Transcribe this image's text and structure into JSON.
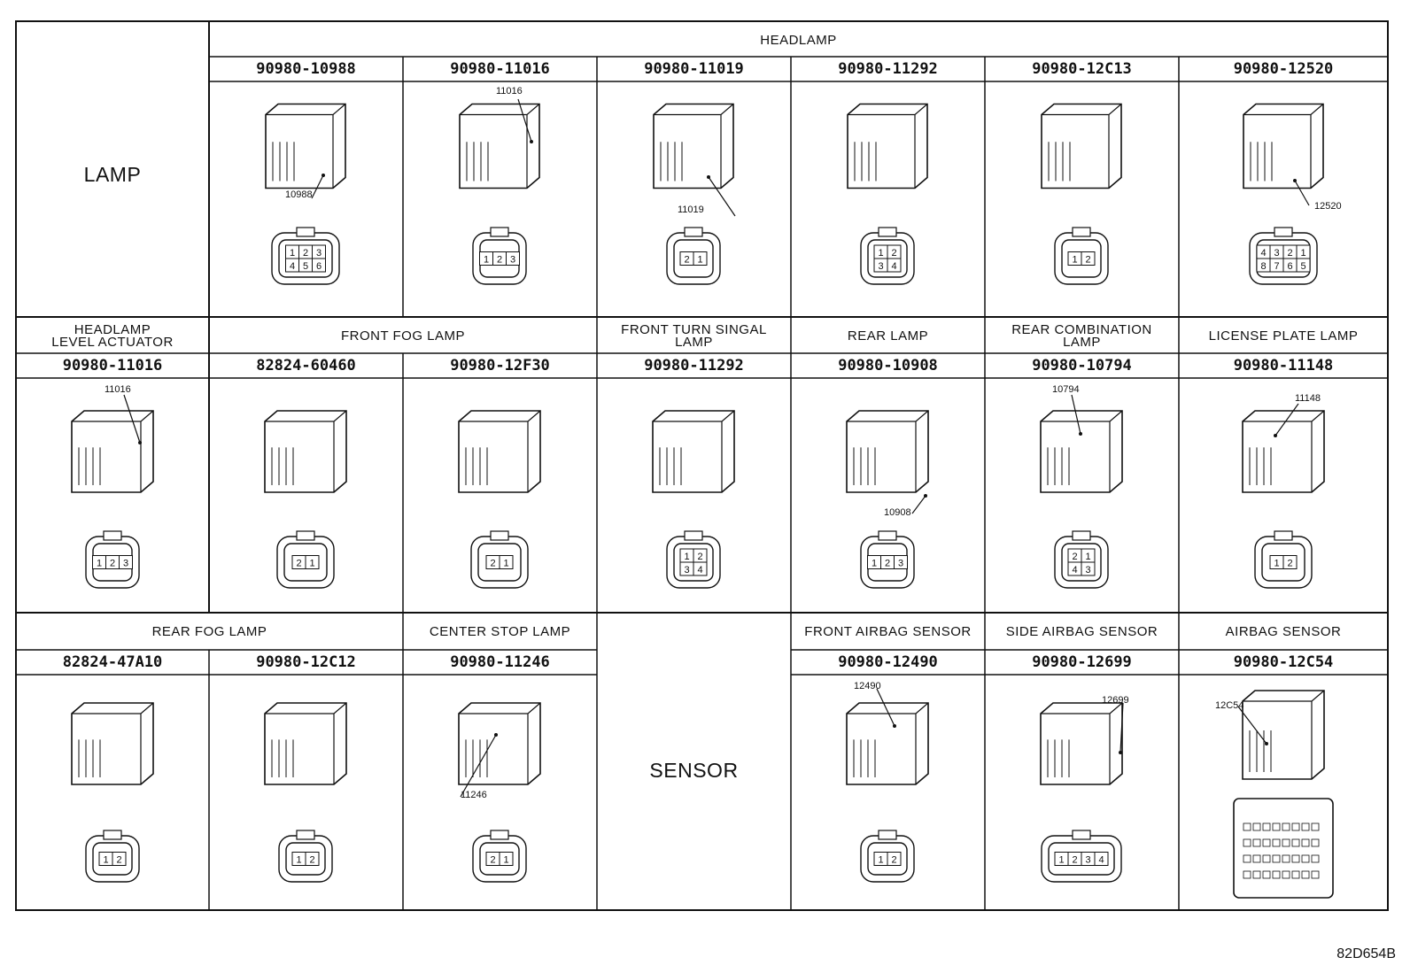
{
  "sections": {
    "lamp": "LAMP",
    "sensor": "SENSOR"
  },
  "row1": {
    "title": "HEADLAMP",
    "parts": [
      "90980-10988",
      "90980-11016",
      "90980-11019",
      "90980-11292",
      "90980-12C13",
      "90980-12520"
    ],
    "callouts": [
      "10988",
      "11016",
      "11019",
      "12520"
    ],
    "pins": [
      [
        "1",
        "2",
        "3",
        "4",
        "5",
        "6"
      ],
      [
        "1",
        "2",
        "3"
      ],
      [
        "2",
        "1"
      ],
      [
        "1",
        "2",
        "3",
        "4"
      ],
      [
        "1",
        "2"
      ],
      [
        "4",
        "3",
        "2",
        "1",
        "8",
        "7",
        "6",
        "5"
      ]
    ]
  },
  "row2": {
    "categories": [
      "HEADLAMP\nLEVEL ACTUATOR",
      "FRONT FOG LAMP",
      "FRONT TURN SINGAL\nLAMP",
      "REAR LAMP",
      "REAR COMBINATION\nLAMP",
      "LICENSE PLATE LAMP"
    ],
    "parts": [
      "90980-11016",
      "82824-60460",
      "90980-12F30",
      "90980-11292",
      "90980-10908",
      "90980-10794",
      "90980-11148"
    ],
    "callouts": [
      "11016",
      "10908",
      "10794",
      "11148"
    ],
    "pins": [
      [
        "1",
        "2",
        "3"
      ],
      [
        "2",
        "1"
      ],
      [
        "2",
        "1"
      ],
      [
        "1",
        "2",
        "3",
        "4"
      ],
      [
        "1",
        "2",
        "3"
      ],
      [
        "2",
        "1",
        "4",
        "3"
      ],
      [
        "1",
        "2"
      ]
    ]
  },
  "row3": {
    "categories": [
      "REAR FOG LAMP",
      "CENTER STOP LAMP",
      "FRONT AIRBAG SENSOR",
      "SIDE AIRBAG SENSOR",
      "AIRBAG SENSOR"
    ],
    "parts": [
      "82824-47A10",
      "90980-12C12",
      "90980-11246",
      "90980-12490",
      "90980-12699",
      "90980-12C54"
    ],
    "callouts": [
      "11246",
      "12490",
      "12699",
      "12C54"
    ],
    "pins": [
      [
        "1",
        "2"
      ],
      [
        "1",
        "2"
      ],
      [
        "2",
        "1"
      ],
      [
        "1",
        "2"
      ],
      [
        "1",
        "2",
        "3",
        "4"
      ]
    ]
  },
  "diagram_code": "82D654B"
}
